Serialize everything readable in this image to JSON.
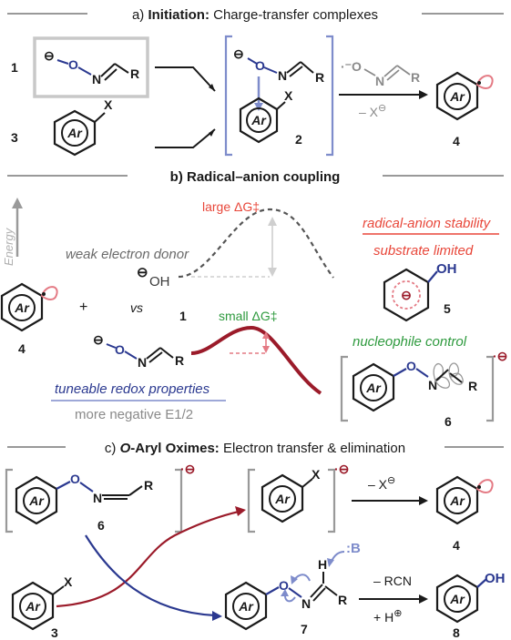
{
  "sections": {
    "a": {
      "prefix": "a) ",
      "bold": "Initiation:",
      "rest": " Charge-transfer complexes"
    },
    "b": {
      "title": "b) Radical–anion coupling"
    },
    "c": {
      "prefix": "c) ",
      "italic": "O",
      "bold": "-Aryl Oximes:",
      "rest": " Electron transfer & elimination"
    }
  },
  "compound_labels": {
    "c1": "1",
    "c2": "2",
    "c3": "3",
    "c4": "4",
    "c5": "5",
    "c6": "6",
    "c7": "7",
    "c8": "8"
  },
  "atoms": {
    "ar": "Ar",
    "O": "O",
    "N": "N",
    "R": "R",
    "X": "X",
    "H": "H",
    "OH": "OH",
    "B": ":B",
    "minus": "⊖"
  },
  "reagents": {
    "minus_x": "– X",
    "minus_rcn": "– RCN",
    "plus_h": "+ H"
  },
  "energy": {
    "axis_label": "Energy",
    "large_dg": "large ΔG‡",
    "small_dg": "small ΔG‡",
    "weak_donor": "weak electron donor",
    "oh_minus": "OH",
    "plus": "+",
    "vs": "vs",
    "radical_anion_stability": "radical-anion stability",
    "substrate_limited": "substrate limited",
    "nucleophile_control": "nucleophile control",
    "tuneable": "tuneable redox properties",
    "more_negative": "more negative E1/2"
  },
  "colors": {
    "red": "#e8473a",
    "darkred": "#9b1b2a",
    "green": "#2e9a3e",
    "navy": "#2b3990",
    "blue": "#7e8ccb",
    "grey": "#8a8a8a",
    "pink": "#e47a84",
    "lightgrey": "#c8c8c8"
  }
}
